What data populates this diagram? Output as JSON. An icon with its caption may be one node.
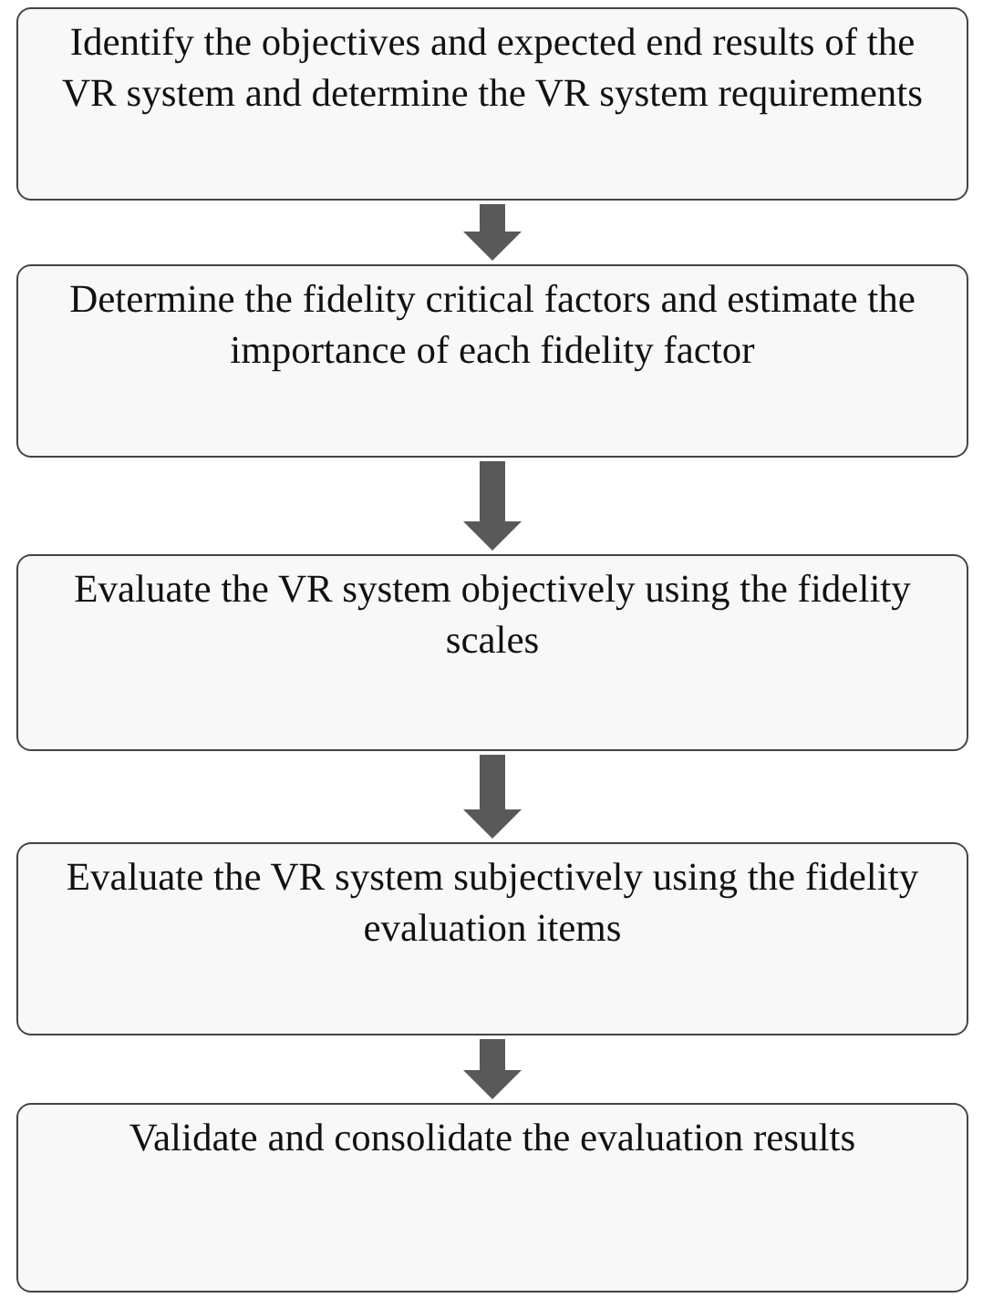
{
  "diagram": {
    "nodes": [
      {
        "text": [
          "Identify the objectives and expected end results of the VR system and determine the VR system requirements"
        ]
      },
      {
        "text": [
          "Determine the fidelity critical factors and estimate the importance of each fidelity factor"
        ]
      },
      {
        "text": [
          "Evaluate the VR system objectively using the fidelity scales"
        ]
      },
      {
        "text": [
          "Evaluate the VR system subjectively using the fidelity evaluation items"
        ]
      },
      {
        "text": [
          "Validate and consolidate the evaluation results"
        ]
      }
    ],
    "edges": [
      {
        "from": 0,
        "to": 1,
        "arrow": "to"
      },
      {
        "from": 1,
        "to": 2,
        "arrow": "to"
      },
      {
        "from": 2,
        "to": 3,
        "arrow": "to"
      },
      {
        "from": 3,
        "to": 4,
        "arrow": "to"
      }
    ]
  }
}
